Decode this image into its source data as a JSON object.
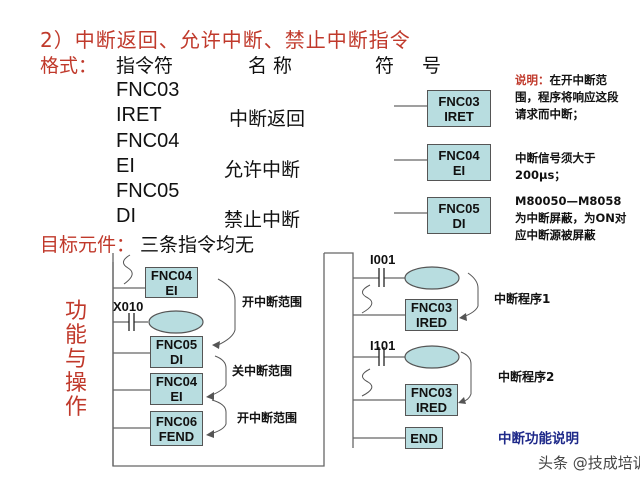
{
  "title": "2）中断返回、允许中断、禁止中断指令",
  "format": {
    "label": "格式：",
    "headers": {
      "mnemonic": "指令符",
      "name": "名 称",
      "symbol": "符 号"
    },
    "rows": [
      {
        "code": "FNC03",
        "mnemonic": "IRET",
        "name": "中断返回",
        "symbol": [
          "FNC03",
          "IRET"
        ]
      },
      {
        "code": "FNC04",
        "mnemonic": "EI",
        "name": "允许中断",
        "symbol": [
          "FNC04",
          "EI"
        ]
      },
      {
        "code": "FNC05",
        "mnemonic": "DI",
        "name": "禁止中断",
        "symbol": [
          "FNC05",
          "DI"
        ]
      }
    ]
  },
  "target": {
    "label": "目标元件：",
    "value": "三条指令均无"
  },
  "notes": {
    "label": "说明：",
    "p1": "在开中断范围，程序将响应这段请求而中断；",
    "p2": "中断信号须大于200μs；",
    "p3": "M80050—M8058为中断屏蔽，为ON对应中断源被屏蔽"
  },
  "side_label": "功能与操作",
  "left_ladder": {
    "contact": "X010",
    "boxes": [
      [
        "FNC04",
        "EI"
      ],
      [
        "FNC05",
        "DI"
      ],
      [
        "FNC04",
        "EI"
      ],
      [
        "FNC06",
        "FEND"
      ]
    ],
    "ranges": [
      "开中断范围",
      "关中断范围",
      "开中断范围"
    ]
  },
  "right_ladder": {
    "contacts": [
      "I001",
      "I101"
    ],
    "boxes": [
      [
        "FNC03",
        "IRED"
      ],
      [
        "FNC03",
        "IRED"
      ],
      [
        "END"
      ]
    ],
    "routines": [
      "中断程序1",
      "中断程序2"
    ]
  },
  "caption": "中断功能说明",
  "watermark": "头条 @技成培训",
  "colors": {
    "title_red": "#c0392b",
    "box_fill": "#b8dde0",
    "caption_blue": "#1f2a8a"
  }
}
